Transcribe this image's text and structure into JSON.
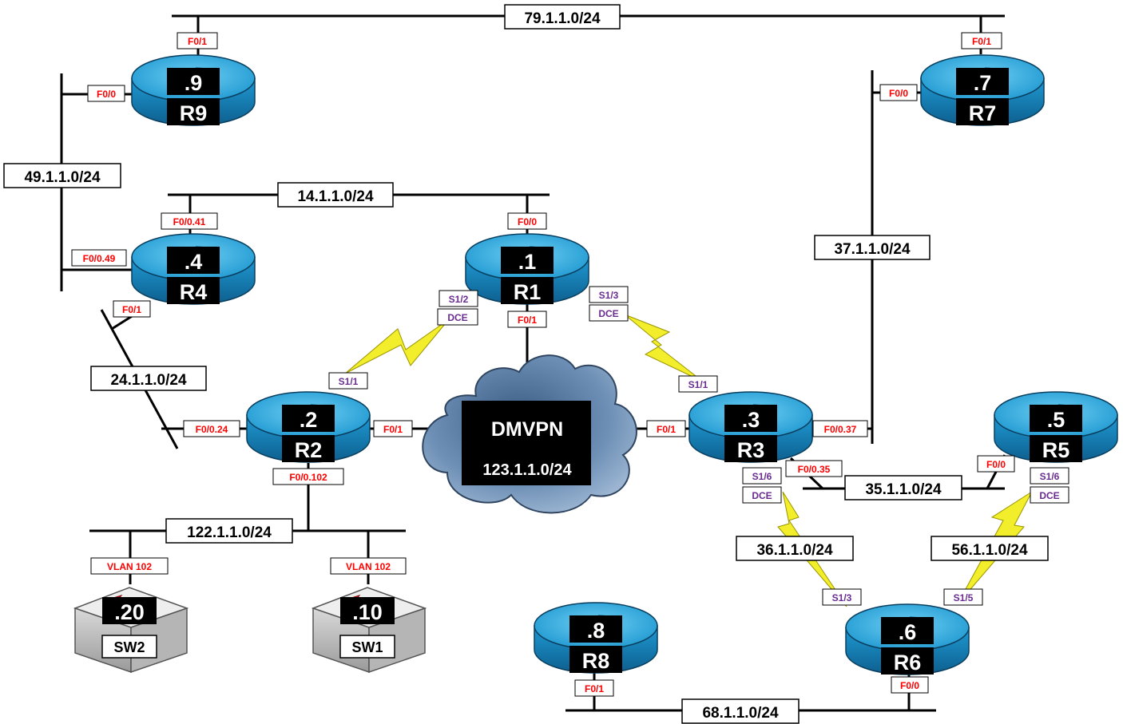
{
  "colors": {
    "port_red": "#ff0000",
    "port_purple": "#6a2c91",
    "router_blue": "#1a8fc7",
    "router_top": "#29a9e0",
    "serial_yellow": "#f5f02a",
    "line": "#000000"
  },
  "networks": {
    "n79": "79.1.1.0/24",
    "n49": "49.1.1.0/24",
    "n14": "14.1.1.0/24",
    "n37": "37.1.1.0/24",
    "n24": "24.1.1.0/24",
    "n122": "122.1.1.0/24",
    "n35": "35.1.1.0/24",
    "n36": "36.1.1.0/24",
    "n56": "56.1.1.0/24",
    "n68": "68.1.1.0/24"
  },
  "cloud": {
    "title": "DMVPN",
    "subnet": "123.1.1.0/24",
    "icon": "cloud-icon"
  },
  "routers": {
    "r9": {
      "host": ".9",
      "name": "R9",
      "icon": "router-icon"
    },
    "r7": {
      "host": ".7",
      "name": "R7",
      "icon": "router-icon"
    },
    "r4": {
      "host": ".4",
      "name": "R4",
      "icon": "router-icon"
    },
    "r1": {
      "host": ".1",
      "name": "R1",
      "icon": "router-icon"
    },
    "r2": {
      "host": ".2",
      "name": "R2",
      "icon": "router-icon"
    },
    "r3": {
      "host": ".3",
      "name": "R3",
      "icon": "router-icon"
    },
    "r5": {
      "host": ".5",
      "name": "R5",
      "icon": "router-icon"
    },
    "r8": {
      "host": ".8",
      "name": "R8",
      "icon": "router-icon"
    },
    "r6": {
      "host": ".6",
      "name": "R6",
      "icon": "router-icon"
    }
  },
  "switches": {
    "sw2": {
      "host": ".20",
      "name": "SW2",
      "icon": "switch-icon"
    },
    "sw1": {
      "host": ".10",
      "name": "SW1",
      "icon": "switch-icon"
    }
  },
  "ports": {
    "r9_f01": "F0/1",
    "r9_f00": "F0/0",
    "r7_f01": "F0/1",
    "r7_f00": "F0/0",
    "r4_f041": "F0/0.41",
    "r4_f049": "F0/0.49",
    "r4_f01": "F0/1",
    "r1_f00": "F0/0",
    "r1_s12": "S1/2",
    "r1_dce_a": "DCE",
    "r1_f01": "F0/1",
    "r1_s13": "S1/3",
    "r1_dce_b": "DCE",
    "r2_s11": "S1/1",
    "r2_f024": "F0/0.24",
    "r2_f01": "F0/1",
    "r2_f0102": "F0/0.102",
    "r3_s11": "S1/1",
    "r3_f01": "F0/1",
    "r3_f037": "F0/0.37",
    "r3_f035": "F0/0.35",
    "r3_s16": "S1/6",
    "r3_dce": "DCE",
    "r5_f00": "F0/0",
    "r5_s16": "S1/6",
    "r5_dce": "DCE",
    "r6_s13": "S1/3",
    "r6_s15": "S1/5",
    "r6_f00": "F0/0",
    "r8_f01": "F0/1",
    "sw2_vlan": "VLAN 102",
    "sw1_vlan": "VLAN 102"
  }
}
